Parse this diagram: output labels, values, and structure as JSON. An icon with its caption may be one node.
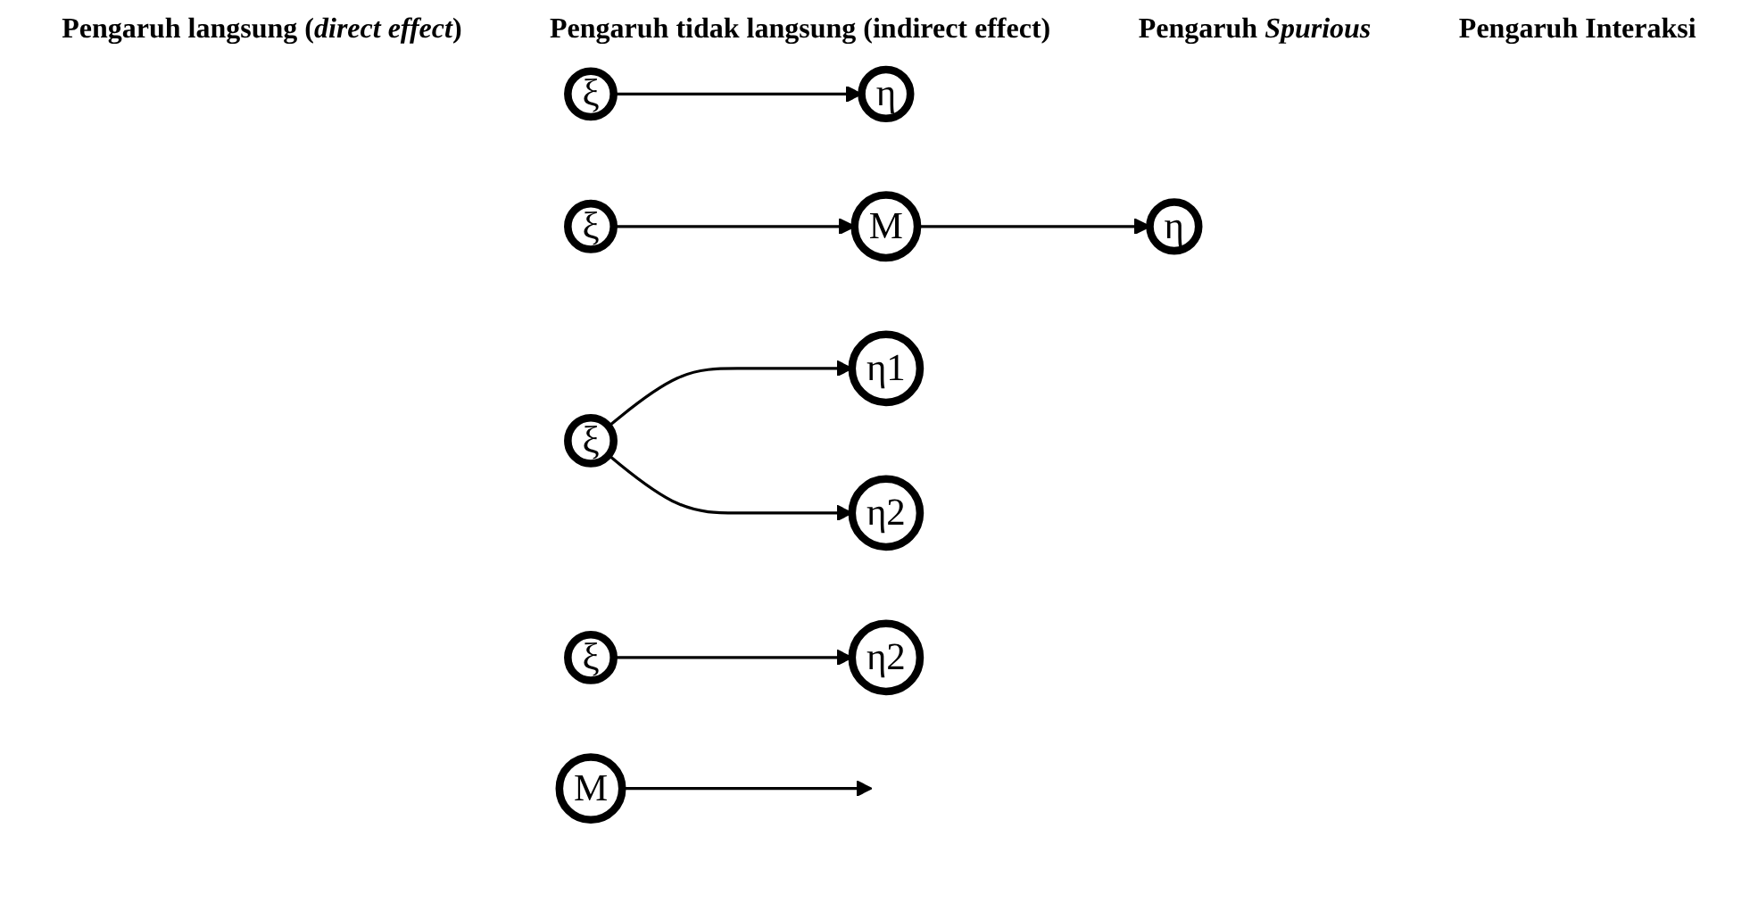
{
  "diagram": {
    "nodes": [
      {
        "text": [
          "ξ"
        ]
      },
      {
        "text": [
          "η"
        ]
      },
      {
        "text": [
          "ξ"
        ]
      },
      {
        "text": [
          "M"
        ]
      },
      {
        "text": [
          "η"
        ]
      },
      {
        "text": [
          "ξ"
        ]
      },
      {
        "text": [
          "η1"
        ]
      },
      {
        "text": [
          "η2"
        ]
      },
      {
        "text": [
          "M"
        ]
      },
      {
        "text": [
          "ξ"
        ]
      },
      {
        "text": [
          "η2"
        ]
      }
    ],
    "edges": [
      {
        "from": 0,
        "to": 1,
        "arrow": "to"
      },
      {
        "from": 2,
        "to": 3,
        "arrow": "to"
      },
      {
        "from": 3,
        "to": 4,
        "arrow": "to"
      },
      {
        "from": 5,
        "to": 6,
        "arrow": "to"
      },
      {
        "from": 5,
        "to": 7,
        "arrow": "to"
      },
      {
        "from": 8,
        "to": null,
        "arrow": "to"
      },
      {
        "from": 9,
        "to": 10,
        "arrow": "to"
      }
    ],
    "labels": [
      "Pengaruh langsung (*direct effect*)",
      "Pengaruh tidak langsung (indirect effect)",
      "Pengaruh *Spurious*",
      "Pengaruh Interaksi"
    ]
  }
}
